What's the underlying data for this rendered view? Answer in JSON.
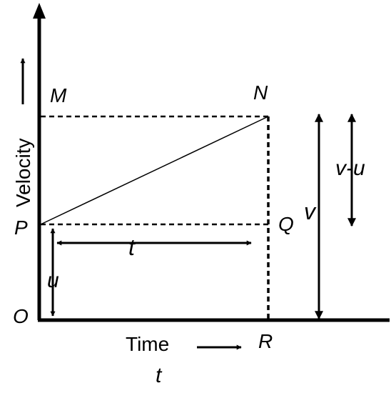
{
  "diagram": {
    "point_labels": {
      "O": "O",
      "P": "P",
      "M": "M",
      "N": "N",
      "Q": "Q",
      "R": "R"
    },
    "y_axis_label": "Velocity",
    "x_axis_label": "Time",
    "x_axis_symbol": "t",
    "interval_label": "t",
    "initial_velocity_label": "u",
    "final_velocity_label": "v",
    "velocity_change_label": "v-u"
  }
}
